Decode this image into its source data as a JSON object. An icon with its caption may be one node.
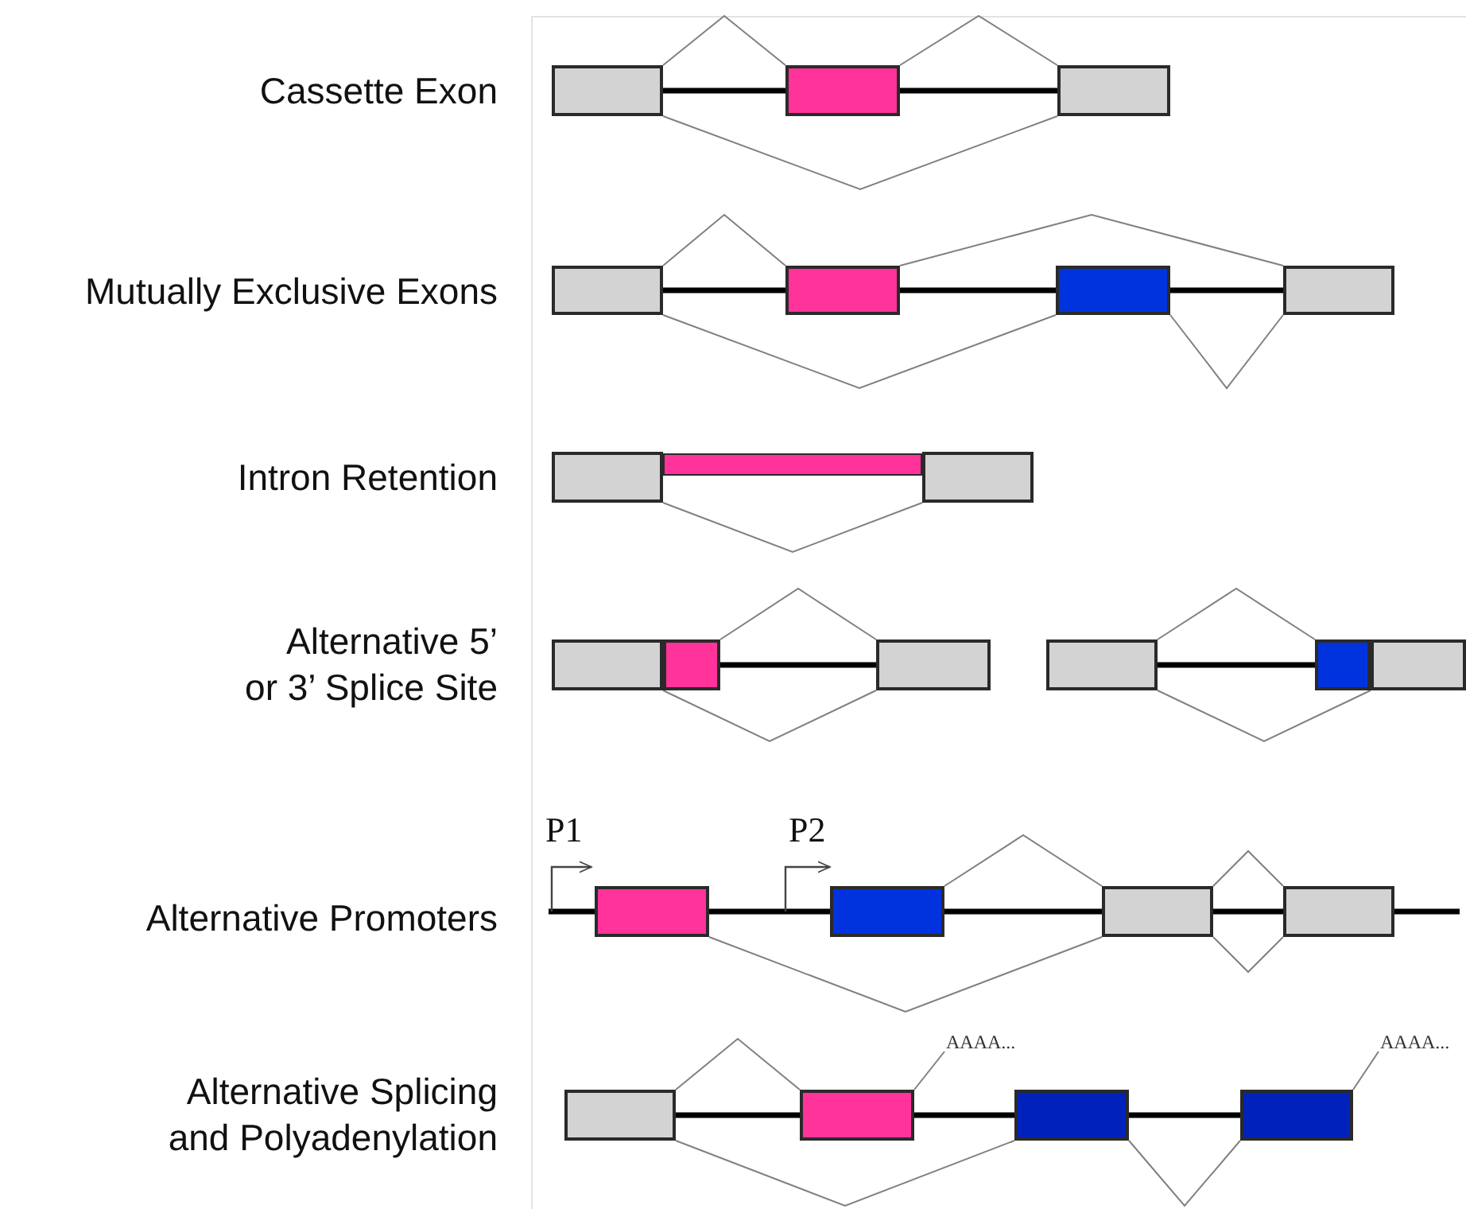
{
  "diagram": {
    "nodes": [
      {
        "text": [],
        "shape": "box"
      },
      {
        "text": [],
        "shape": "box"
      },
      {
        "text": [],
        "shape": "box"
      },
      {
        "text": [],
        "shape": "box"
      },
      {
        "text": [],
        "shape": "box"
      },
      {
        "text": [],
        "shape": "box"
      },
      {
        "text": [],
        "shape": "box"
      },
      {
        "text": [],
        "shape": "box"
      },
      {
        "text": [],
        "shape": "bar"
      },
      {
        "text": [],
        "shape": "box"
      },
      {
        "text": [],
        "shape": "box"
      },
      {
        "text": [],
        "shape": "box"
      },
      {
        "text": [],
        "shape": "box"
      },
      {
        "text": [],
        "shape": "box"
      },
      {
        "text": [],
        "shape": "box"
      },
      {
        "text": [],
        "shape": "box"
      },
      {
        "text": [],
        "shape": "box"
      },
      {
        "text": [],
        "shape": "box"
      },
      {
        "text": [],
        "shape": "box"
      },
      {
        "text": [],
        "shape": "box"
      },
      {
        "text": [],
        "shape": "box"
      },
      {
        "text": [],
        "shape": "box"
      },
      {
        "text": [
          "AAAA..."
        ]
      },
      {
        "text": [],
        "shape": "box"
      },
      {
        "text": [],
        "shape": "box"
      },
      {
        "text": [
          "AAAA..."
        ]
      }
    ],
    "edges": [
      {
        "from": 0,
        "to": 1,
        "arrow": "none",
        "style": "thick",
        "color": "#000000"
      },
      {
        "from": 1,
        "to": 2,
        "arrow": "none",
        "style": "thick",
        "color": "#000000"
      },
      {
        "from": 0,
        "to": 1,
        "arrow": "none"
      },
      {
        "from": 1,
        "to": 2,
        "arrow": "none"
      },
      {
        "from": 0,
        "to": 2,
        "arrow": "none"
      },
      {
        "from": 3,
        "to": 4,
        "arrow": "none",
        "style": "thick",
        "color": "#000000"
      },
      {
        "from": 4,
        "to": 5,
        "arrow": "none",
        "style": "thick",
        "color": "#000000"
      },
      {
        "from": 5,
        "to": 6,
        "arrow": "none",
        "style": "thick",
        "color": "#000000"
      },
      {
        "from": 3,
        "to": 4,
        "arrow": "none"
      },
      {
        "from": 4,
        "to": 6,
        "arrow": "none"
      },
      {
        "from": 3,
        "to": 5,
        "arrow": "none"
      },
      {
        "from": 5,
        "to": 6,
        "arrow": "none"
      },
      {
        "from": 7,
        "to": 9,
        "arrow": "none"
      },
      {
        "from": 11,
        "to": 12,
        "arrow": "none",
        "style": "thick",
        "color": "#000000"
      },
      {
        "from": 11,
        "to": 12,
        "arrow": "none"
      },
      {
        "from": 10,
        "to": 12,
        "arrow": "none"
      },
      {
        "from": 13,
        "to": 14,
        "arrow": "none",
        "style": "thick",
        "color": "#000000"
      },
      {
        "from": 13,
        "to": 14,
        "arrow": "none"
      },
      {
        "from": 13,
        "to": 15,
        "arrow": "none"
      },
      {
        "from": null,
        "to": 16,
        "arrow": "none",
        "style": "thick",
        "color": "#000000"
      },
      {
        "from": 16,
        "to": 17,
        "arrow": "none",
        "style": "thick",
        "color": "#000000"
      },
      {
        "from": 17,
        "to": 18,
        "arrow": "none",
        "style": "thick",
        "color": "#000000"
      },
      {
        "from": 18,
        "to": 19,
        "arrow": "none",
        "style": "thick",
        "color": "#000000"
      },
      {
        "from": 19,
        "to": null,
        "arrow": "none",
        "style": "thick",
        "color": "#000000"
      },
      {
        "from": 17,
        "to": 18,
        "arrow": "none"
      },
      {
        "from": 18,
        "to": 19,
        "arrow": "none"
      },
      {
        "from": 16,
        "to": 18,
        "arrow": "none"
      },
      {
        "from": 18,
        "to": 19,
        "arrow": "none"
      },
      {
        "from": 20,
        "to": 21,
        "arrow": "none",
        "style": "thick",
        "color": "#000000"
      },
      {
        "from": 21,
        "to": 23,
        "arrow": "none",
        "style": "thick",
        "color": "#000000"
      },
      {
        "from": 23,
        "to": 24,
        "arrow": "none",
        "style": "thick",
        "color": "#000000"
      },
      {
        "from": 20,
        "to": 21,
        "arrow": "none"
      },
      {
        "from": 20,
        "to": 23,
        "arrow": "none"
      },
      {
        "from": 23,
        "to": 24,
        "arrow": "none"
      },
      {
        "from": 21,
        "to": 22,
        "arrow": "none"
      },
      {
        "from": 24,
        "to": 25,
        "arrow": "none"
      }
    ],
    "labels": [
      "Cassette Exon",
      "Mutually Exclusive Exons",
      "Intron Retention",
      "Alternative 5’ or 3’ Splice Site",
      "Alternative Promoters",
      "Alternative Splicing and Polyadenylation",
      "P1",
      "P2"
    ]
  }
}
